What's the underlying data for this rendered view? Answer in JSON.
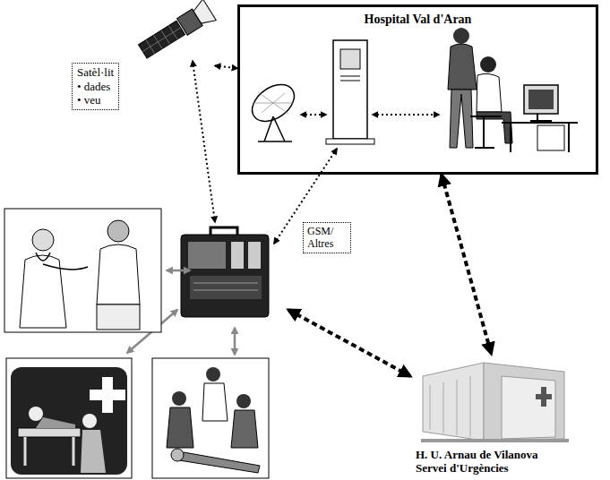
{
  "diagram": {
    "nodes": [
      {
        "text": [
          "Satèl·lit",
          "• dades",
          "• veu"
        ]
      },
      {
        "text": [
          "Hospital Val d'Aran"
        ]
      },
      {
        "text": [
          "GSM/ Altres"
        ]
      },
      {
        "text": [
          "H. U. Arnau de Vilanova",
          "Servei d'Urgències"
        ]
      }
    ],
    "edges": [
      {
        "from": 0,
        "to": 1,
        "arrow": "both"
      },
      {
        "from": 1,
        "to": 3,
        "arrow": "both"
      }
    ]
  }
}
